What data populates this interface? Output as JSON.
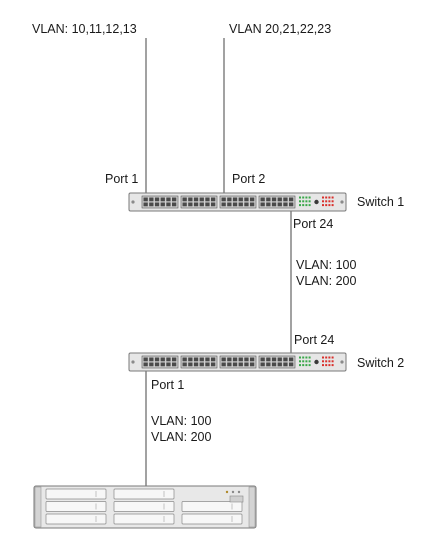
{
  "uplinks": {
    "left_vlans": "VLAN: 10,11,12,13",
    "right_vlans": "VLAN 20,21,22,23"
  },
  "switch1": {
    "name": "Switch 1",
    "port_a": "Port 1",
    "port_b": "Port 2",
    "trunk_port": "Port 24"
  },
  "trunk_link": {
    "vlan_line1": "VLAN: 100",
    "vlan_line2": "VLAN: 200"
  },
  "switch2": {
    "name": "Switch 2",
    "trunk_port": "Port 24",
    "access_port": "Port 1"
  },
  "server_link": {
    "vlan_line1": "VLAN: 100",
    "vlan_line2": "VLAN: 200"
  },
  "colors": {
    "cable": "#8a8a8a",
    "device_body": "#e6e6e6",
    "device_edge": "#7a7a7a",
    "port": "#4a4a4a",
    "led_green": "#3aa84a",
    "led_red": "#d9302c"
  }
}
